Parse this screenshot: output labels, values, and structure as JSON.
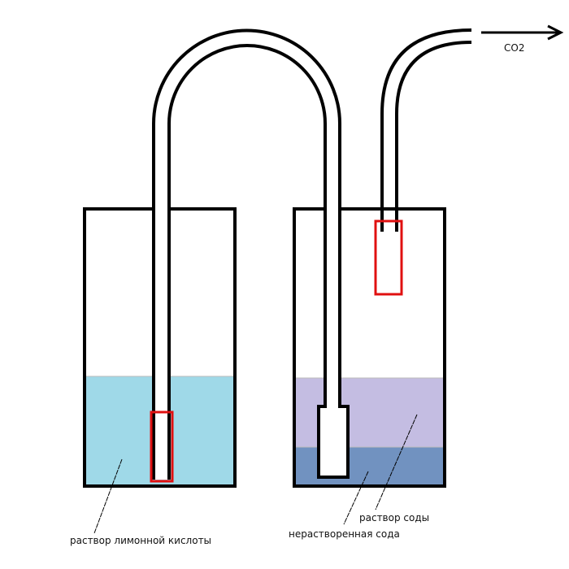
{
  "labels": {
    "gas": "CO2",
    "citric_solution": "раствор лимонной кислоты",
    "soda_solution": "раствор соды",
    "undissolved_soda": "нерастворенная сода"
  },
  "colors": {
    "citric_liquid": "#9fd9e8",
    "soda_solution": "#c4bde2",
    "undissolved_soda": "#7192c0",
    "highlight": "#e01010"
  }
}
